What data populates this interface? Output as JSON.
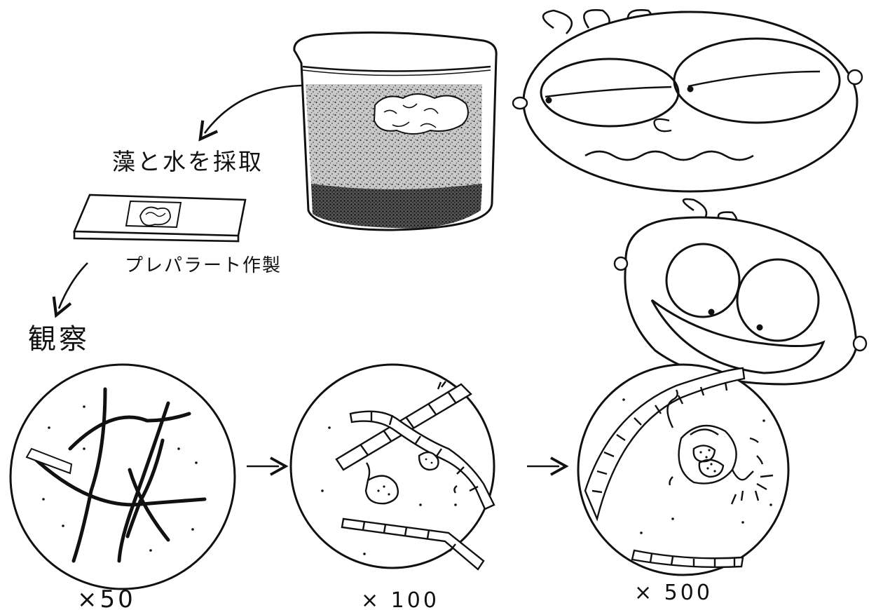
{
  "steps": {
    "collect": "藻と水を採取",
    "slide": "プレパラート作製",
    "observe": "観察"
  },
  "magnifications": [
    "×50",
    "× 100",
    "× 500"
  ],
  "colors": {
    "ink": "#111111",
    "paper": "#ffffff"
  }
}
